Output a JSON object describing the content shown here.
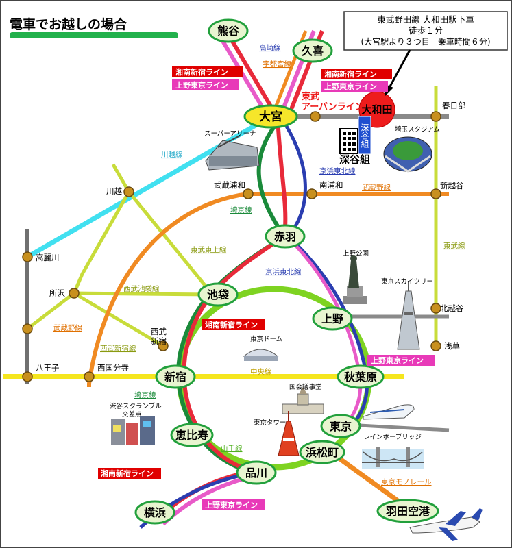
{
  "header": {
    "title": "電車でお越しの場合"
  },
  "access_note": {
    "line1": "東武野田線 大和田駅下車",
    "line2": "徒歩１分",
    "line3": "(大宮駅より３つ目　乗車時間６分)"
  },
  "stations": {
    "kumagaya": "熊谷",
    "kuki": "久喜",
    "omiya": "大宮",
    "owada": "大和田",
    "kasukabe": "春日部",
    "kawagoe": "川越",
    "musashi_urawa": "武蔵浦和",
    "minami_urawa": "南浦和",
    "shin_koshigaya": "新越谷",
    "akabane": "赤羽",
    "komagawa": "高麗川",
    "tokorozawa": "所沢",
    "ikebukuro": "池袋",
    "ueno": "上野",
    "kita_koshigaya": "北越谷",
    "asakusa": "浅草",
    "seibu_shinjuku_l1": "西武",
    "seibu_shinjuku_l2": "新宿",
    "hachioji": "八王子",
    "nishi_kokubunji": "西国分寺",
    "shinjuku": "新宿",
    "akihabara": "秋葉原",
    "tokyo": "東京",
    "ebisu": "恵比寿",
    "hamamatsucho": "浜松町",
    "shinagawa": "品川",
    "yokohama": "横浜",
    "haneda": "羽田空港"
  },
  "lines": {
    "takasaki": "高崎線",
    "utsunomiya": "宇都宮線",
    "shonan_shinjuku": "湘南新宿ライン",
    "ueno_tokyo": "上野東京ライン",
    "tobu_urban_1": "東武",
    "tobu_urban_2": "アーバンライン",
    "kawagoe": "川越線",
    "keihin_tohoku": "京浜東北線",
    "musashino": "武蔵野線",
    "saikyo": "埼京線",
    "tobu_tojo": "東武東上線",
    "tobu_line": "東武線",
    "seibu_ikebukuro": "西武池袋線",
    "seibu_shinjuku": "西武新宿線",
    "chuo": "中央線",
    "yamanote": "山手線",
    "tokyo_monorail": "東京モノレール"
  },
  "landmarks": {
    "super_arena": "スーパーアリーナ",
    "saitama_stadium": "埼玉スタジアム",
    "fukaya_sign": "深谷組",
    "fukaya_label": "深谷組",
    "ueno_park": "上野公園",
    "skytree": "東京スカイツリー",
    "tokyo_dome": "東京ドーム",
    "diet": "国会議事堂",
    "tokyo_tower": "東京タワー",
    "rainbow_bridge": "レインボーブリッジ",
    "scramble_l1": "渋谷スクランブル",
    "scramble_l2": "交差点"
  },
  "colors": {
    "accent_green": "#22b14c",
    "station_fill": "#e8f5d0",
    "station_border": "#22a03c",
    "yamanote": "#7ed321",
    "saikyo": "#1a8a3a",
    "keihin_tohoku": "#2a3db0",
    "takasaki": "#e82a3a",
    "ueno_tokyo": "#e85ac8",
    "musashino": "#f08a22",
    "chuo": "#f5e61e",
    "kawagoe": "#41e0f0",
    "tobu": "#c8dc3a",
    "tobu_noda": "#8a8a8a",
    "monorail": "#f08a22"
  }
}
